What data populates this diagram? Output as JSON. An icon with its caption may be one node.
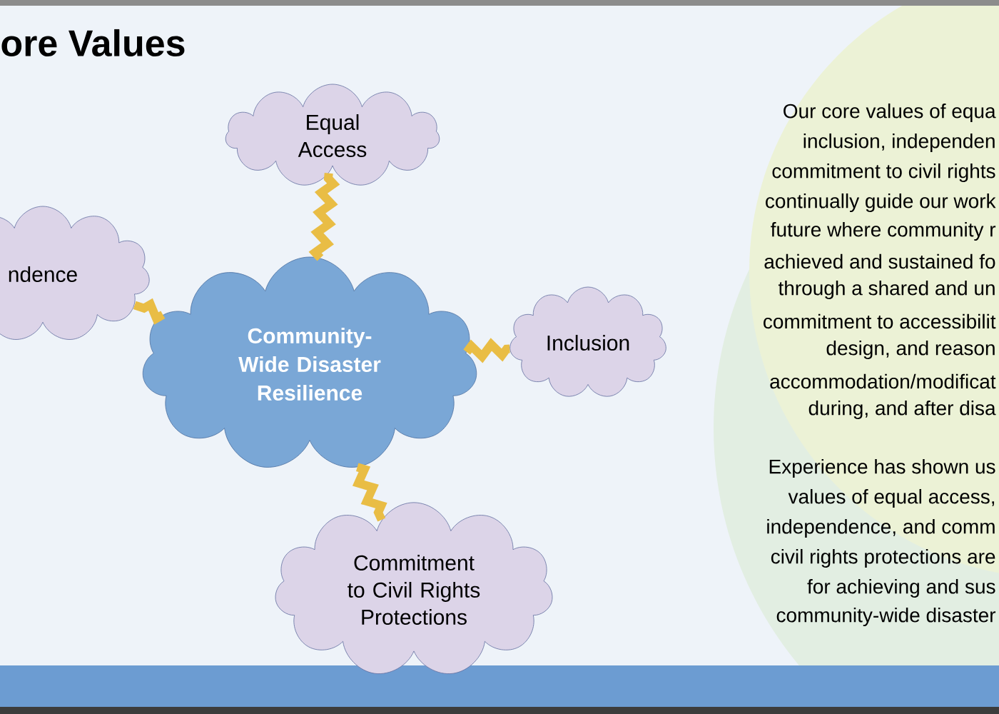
{
  "diagram": {
    "title": "ore Values",
    "nodes": [
      {
        "text": [
          "Community-Wide Disaster Resilience"
        ]
      },
      {
        "text": [
          "Equal Access"
        ]
      },
      {
        "text": [
          "ndence"
        ]
      },
      {
        "text": [
          "Inclusion"
        ]
      },
      {
        "text": [
          "Commitment to Civil Rights Protections"
        ]
      }
    ],
    "edges": [
      {
        "from": 0,
        "to": 1,
        "arrow": "none"
      },
      {
        "from": 0,
        "to": 2,
        "arrow": "none"
      },
      {
        "from": 0,
        "to": 3,
        "arrow": "none"
      },
      {
        "from": 0,
        "to": 4,
        "arrow": "none"
      }
    ],
    "labels": [
      "Our core values of equa",
      "inclusion, independen",
      "commitment to civil rights",
      "continually guide our work",
      "future where community r",
      "achieved and sustained fo",
      "through a shared and un",
      "commitment to accessibilit",
      "design, and reason",
      "accommodation/modificat",
      "during, and after disa",
      "Experience has shown us",
      "values of equal access,",
      "independence, and comm",
      "civil rights protections are",
      "for achieving and sus",
      "community-wide disaster"
    ]
  }
}
